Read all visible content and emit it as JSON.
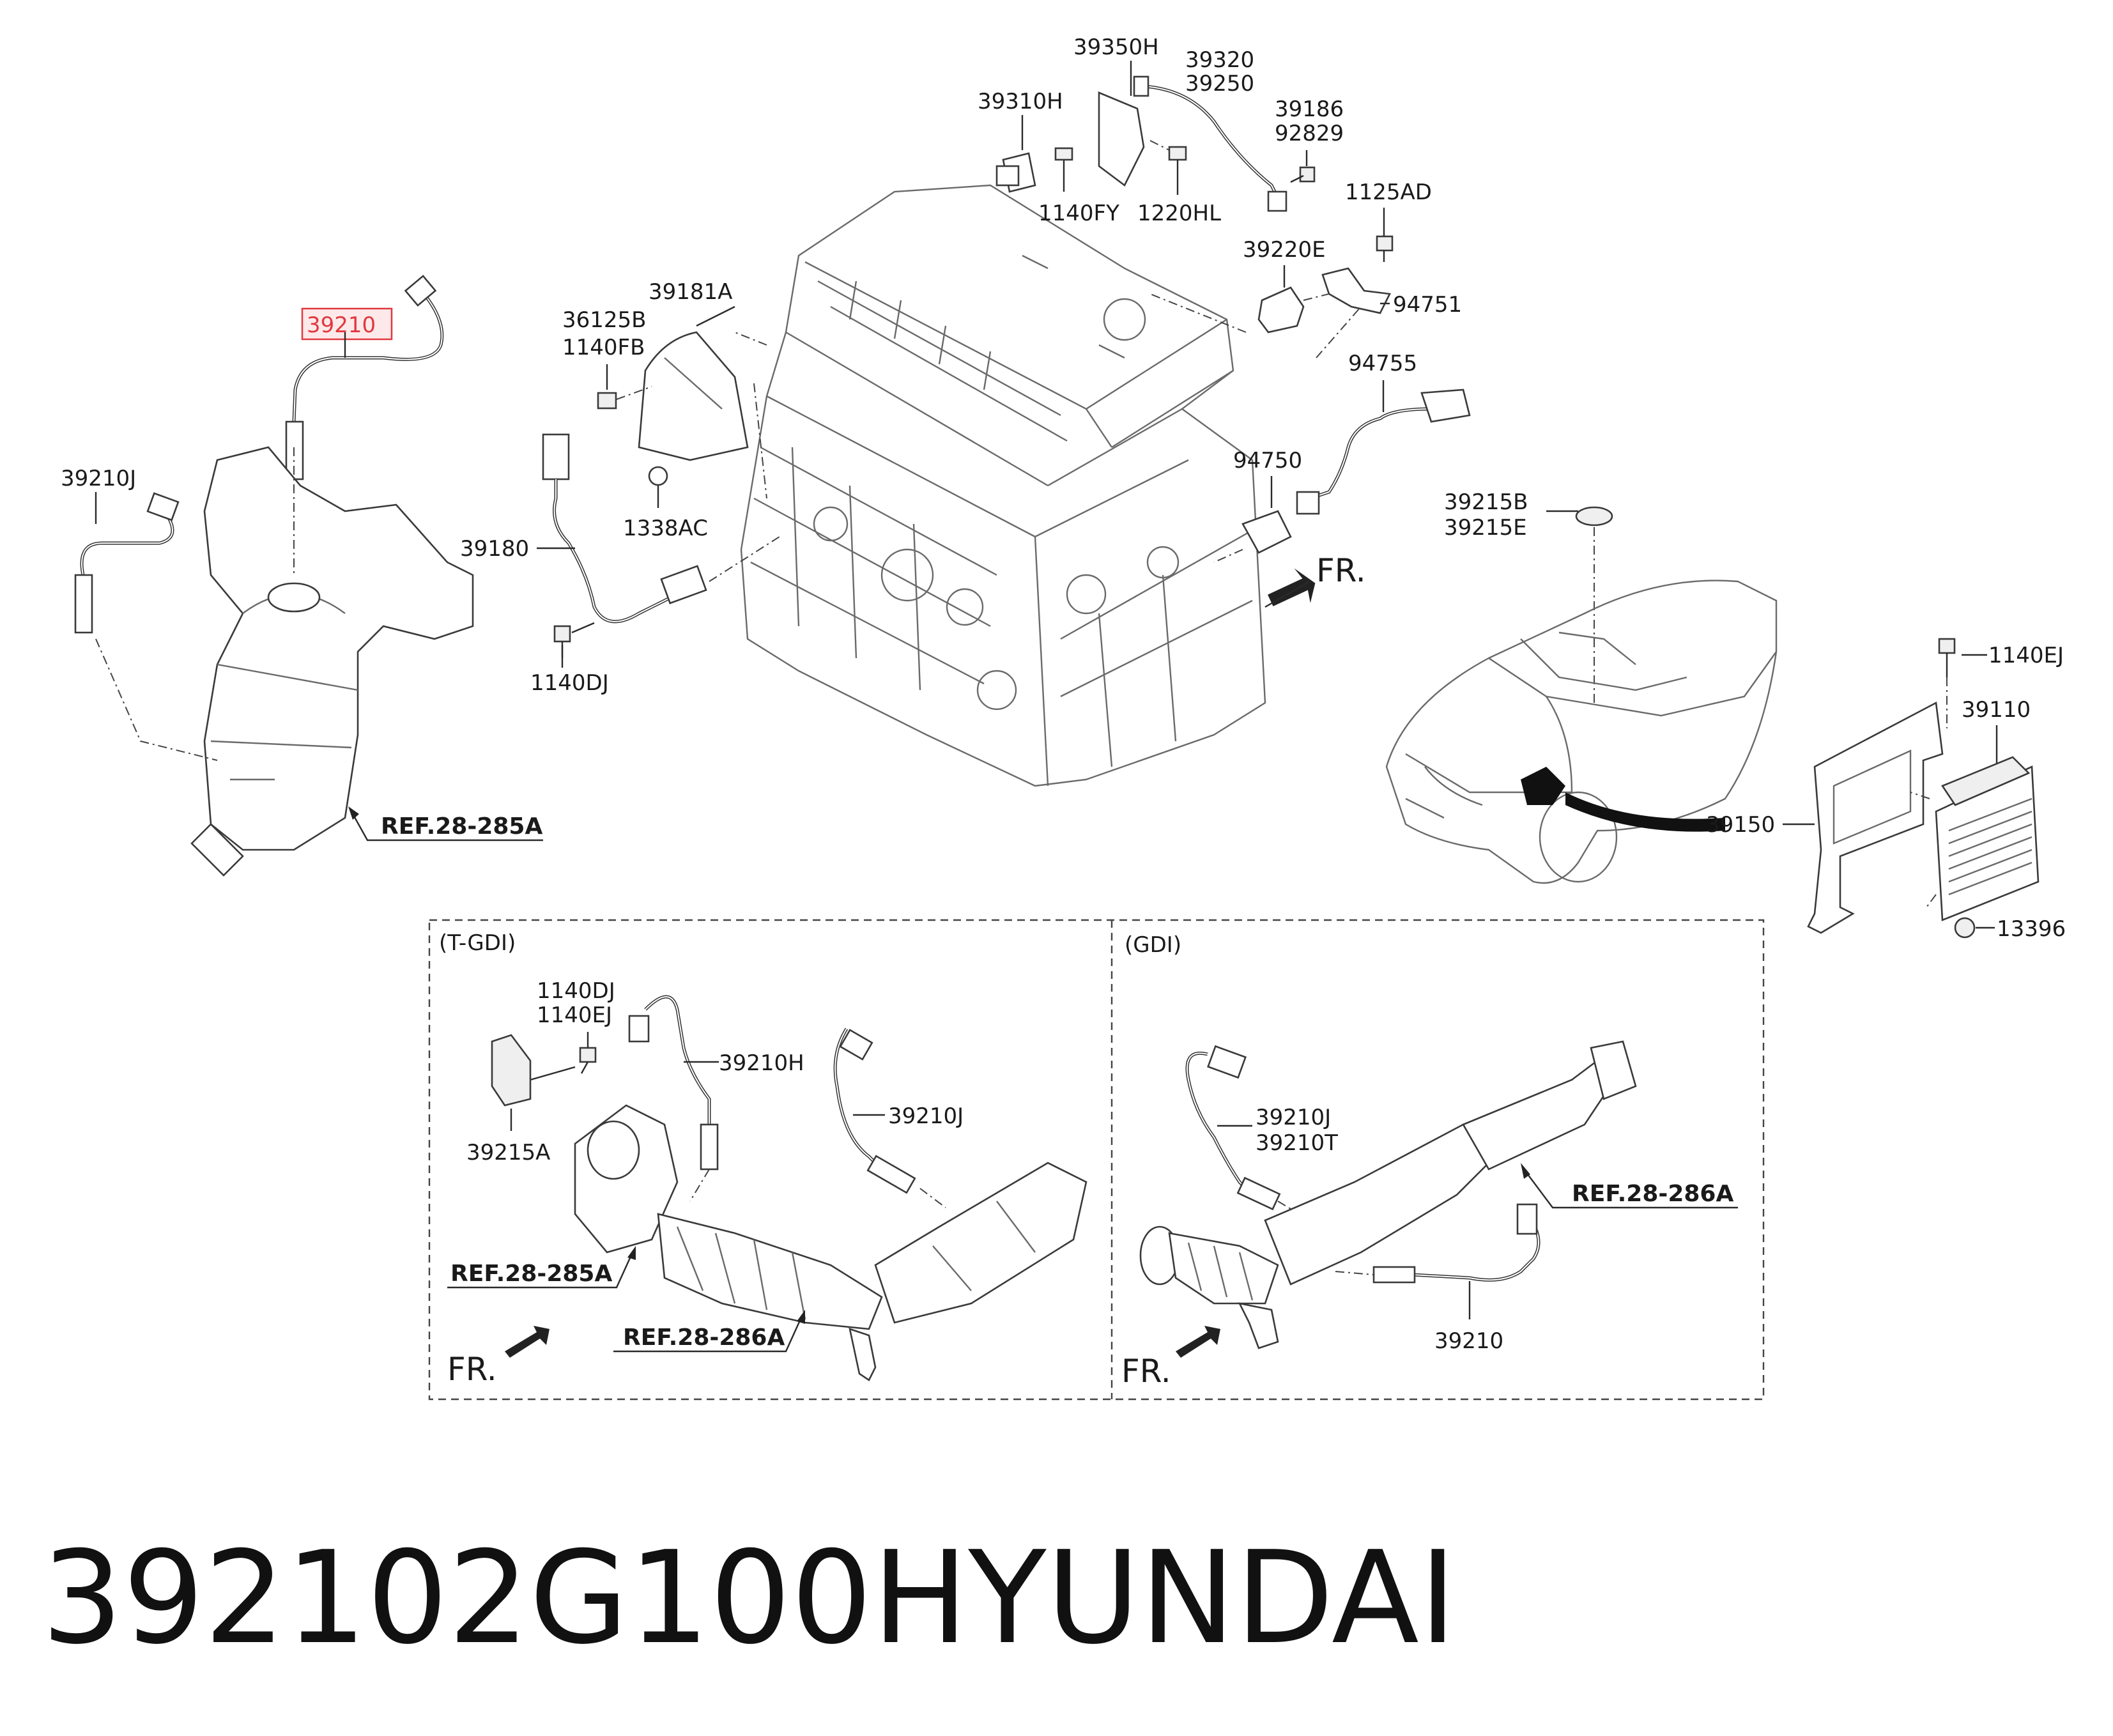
{
  "parts": {
    "p39210_top": "39210",
    "p39210j": "39210J",
    "p36125b": "36125B",
    "p1140fb": "1140FB",
    "p39181a": "39181A",
    "p1338ac": "1338AC",
    "p39180": "39180",
    "p1140dj": "1140DJ",
    "p39310h": "39310H",
    "p1140fy": "1140FY",
    "p39350h": "39350H",
    "p1220hl": "1220HL",
    "p39320": "39320",
    "p39250": "39250",
    "p39186": "39186",
    "p92829": "92829",
    "p1125ad": "1125AD",
    "p39220e": "39220E",
    "p94751": "94751",
    "p94755": "94755",
    "p94750": "94750",
    "p39215b": "39215B",
    "p39215e": "39215E",
    "p1140ej": "1140EJ",
    "p39110": "39110",
    "p39150": "39150",
    "p13396": "13396",
    "ref_285a": "REF.28-285A",
    "fr": "FR."
  },
  "tgdi": {
    "title": "(T-GDI)",
    "p1140dj": "1140DJ",
    "p1140ej": "1140EJ",
    "p39215a": "39215A",
    "p39210h": "39210H",
    "p39210j": "39210J",
    "ref_285a": "REF.28-285A",
    "ref_286a": "REF.28-286A",
    "fr": "FR."
  },
  "gdi": {
    "title": "(GDI)",
    "p39210j": "39210J",
    "p39210t": "39210T",
    "ref_286a": "REF.28-286A",
    "p39210": "39210",
    "fr": "FR."
  },
  "footer": {
    "part_number": "392102G100",
    "brand": "HYUNDAI"
  },
  "colors": {
    "highlight": "#e0393e",
    "highlight_fill": "#fde9ea",
    "ink": "#1a1a1a"
  }
}
